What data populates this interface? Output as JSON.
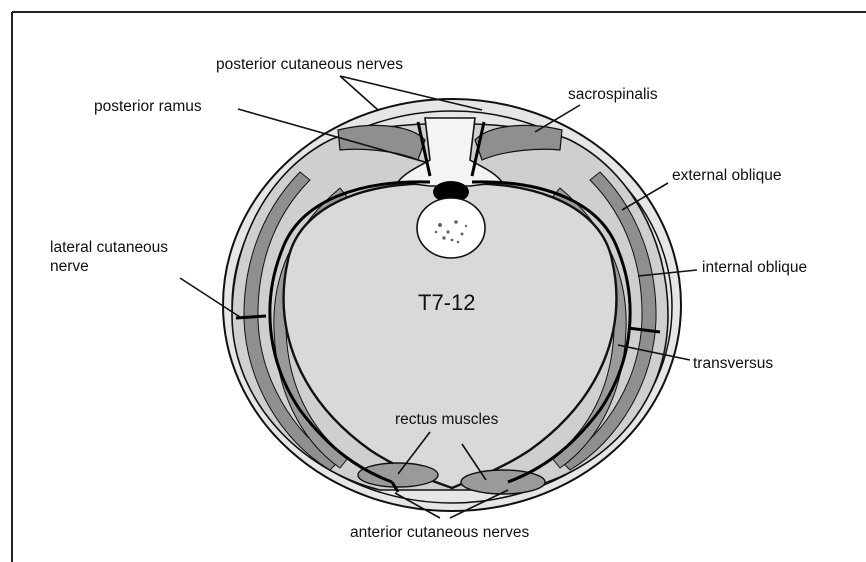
{
  "labels": {
    "posterior_cutaneous_nerves": "posterior cutaneous nerves",
    "posterior_ramus": "posterior ramus",
    "sacrospinalis": "sacrospinalis",
    "external_oblique": "external oblique",
    "lateral_cutaneous_nerve_line1": "lateral cutaneous",
    "lateral_cutaneous_nerve_line2": "nerve",
    "internal_oblique": "internal oblique",
    "segment": "T7-12",
    "transversus": "transversus",
    "rectus_muscles": "rectus muscles",
    "anterior_cutaneous_nerves": "anterior cutaneous nerves"
  },
  "colors": {
    "skin": "#e6e6e6",
    "muscle_light": "#cfcfcf",
    "muscle_dark": "#8f8f8f",
    "cavity": "#d9d9d9",
    "outline": "#111111",
    "frame": "#222222"
  }
}
